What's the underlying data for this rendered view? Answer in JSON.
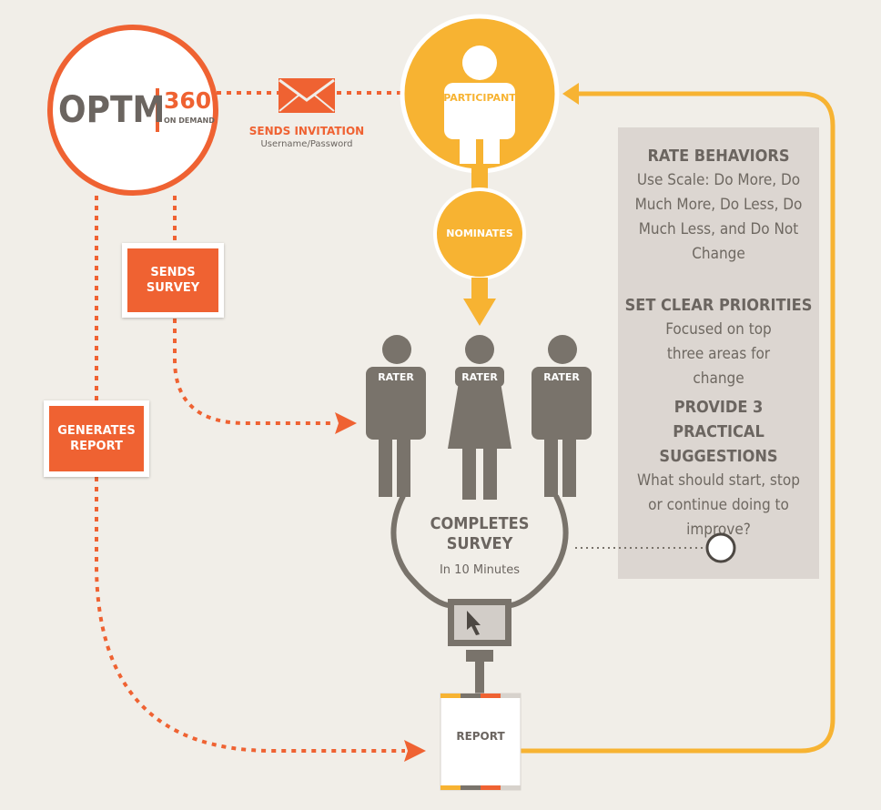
{
  "logo": {
    "left": "OPTM",
    "right": "360",
    "sub": "ON DEMAND"
  },
  "participant": {
    "label": "PARTICIPANT"
  },
  "invitation": {
    "title": "SENDS INVITATION",
    "sub": "Username/Password"
  },
  "nominates": {
    "label": "NOMINATES"
  },
  "sends_survey": {
    "label": "SENDS SURVEY"
  },
  "generates_report": {
    "label": "GENERATES REPORT"
  },
  "raters": [
    "RATER",
    "RATER",
    "RATER"
  ],
  "completes": {
    "title": "COMPLETES SURVEY",
    "sub": "In 10 Minutes"
  },
  "report": {
    "label": "REPORT"
  },
  "panel": {
    "rate": {
      "heading": "RATE BEHAVIORS",
      "body": "Use Scale: Do More, Do Much More, Do Less, Do Much Less, and Do Not Change"
    },
    "priorities": {
      "heading": "SET CLEAR PRIORITIES",
      "body": "Focused on top three areas for change"
    },
    "suggestions": {
      "heading": "PROVIDE 3 PRACTICAL SUGGESTIONS",
      "body": "What should start, stop or continue doing to improve?"
    }
  },
  "colors": {
    "orange": "#ef6232",
    "yellow": "#f7b332",
    "gray": "#79736b",
    "background": "#f1eee8",
    "panel": "#dcd6d1"
  }
}
